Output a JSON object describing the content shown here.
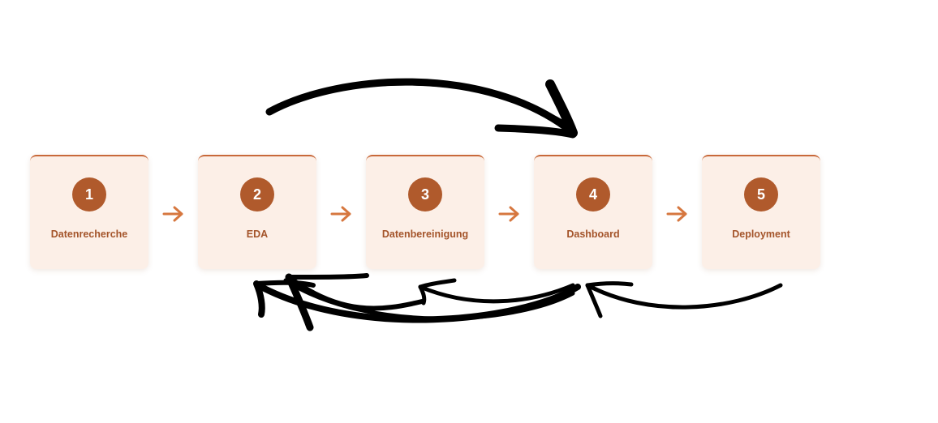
{
  "steps": [
    {
      "number": "1",
      "label": "Datenrecherche"
    },
    {
      "number": "2",
      "label": "EDA"
    },
    {
      "number": "3",
      "label": "Datenbereinigung"
    },
    {
      "number": "4",
      "label": "Dashboard"
    },
    {
      "number": "5",
      "label": "Deployment"
    }
  ],
  "colors": {
    "card_background": "#fcefe7",
    "card_border": "#c8693a",
    "badge": "#b05a2c",
    "label_text": "#a4542a",
    "flow_arrow": "#d6773f",
    "annotation_stroke": "#000000"
  },
  "connections": [
    {
      "from": "1",
      "to": "2",
      "style": "flow-arrow"
    },
    {
      "from": "2",
      "to": "3",
      "style": "flow-arrow"
    },
    {
      "from": "3",
      "to": "4",
      "style": "flow-arrow"
    },
    {
      "from": "4",
      "to": "5",
      "style": "flow-arrow"
    },
    {
      "from": "2",
      "to": "4",
      "style": "hand-drawn",
      "direction": "forward"
    },
    {
      "from": "4",
      "to": "2",
      "style": "hand-drawn",
      "direction": "backward"
    },
    {
      "from": "4",
      "to": "3",
      "style": "hand-drawn",
      "direction": "backward"
    },
    {
      "from": "5",
      "to": "4",
      "style": "hand-drawn",
      "direction": "backward"
    },
    {
      "from": "3",
      "to": "2",
      "style": "hand-drawn",
      "direction": "backward"
    }
  ]
}
